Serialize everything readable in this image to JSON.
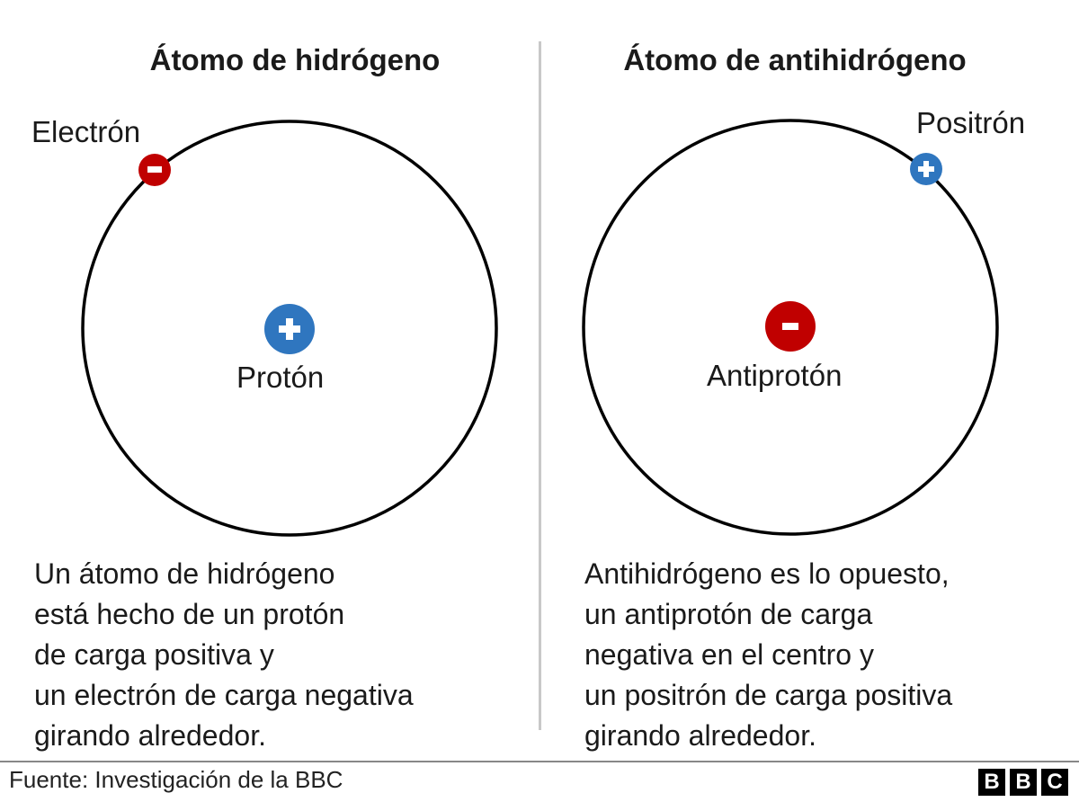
{
  "hydrogen": {
    "title": "Átomo de hidrógeno",
    "electron_label": "Electrón",
    "proton_label": "Protón",
    "description": [
      "Un átomo de hidrógeno",
      "está hecho de un protón",
      "de carga positiva y",
      "un electrón de carga negativa",
      "girando alrededor."
    ]
  },
  "antihydrogen": {
    "title": "Átomo de antihidrógeno",
    "positron_label": "Positrón",
    "antiproton_label": "Antiprotón",
    "description": [
      "Antihidrógeno es lo opuesto,",
      "un antiprotón de carga",
      "negativa en el centro y",
      "un positrón de carga positiva",
      "girando alrededor."
    ]
  },
  "footer": {
    "source": "Fuente: Investigación de la BBC",
    "logo": [
      "B",
      "B",
      "C"
    ]
  },
  "colors": {
    "positive": "#2f76bf",
    "negative": "#c00000",
    "orbit": "#000000"
  }
}
